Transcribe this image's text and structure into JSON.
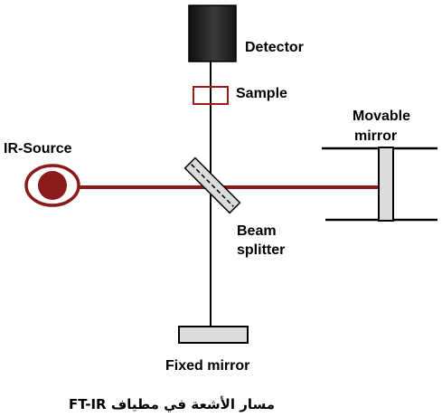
{
  "labels": {
    "detector": "Detector",
    "sample": "Sample",
    "ir_source": "IR-Source",
    "movable_mirror_line1": "Movable",
    "movable_mirror_line2": "mirror",
    "beam_splitter_line1": "Beam",
    "beam_splitter_line2": "splitter",
    "fixed_mirror": "Fixed mirror"
  },
  "caption": "مسار الأشعة في مطياف FT-IR",
  "colors": {
    "beam": "#8b1a1a",
    "source": "#8b1a1a",
    "sample_box": "#a01818",
    "mirror_fill": "#dcdcdc",
    "detector_dark": "#1e1e1e",
    "outline": "#000000"
  }
}
